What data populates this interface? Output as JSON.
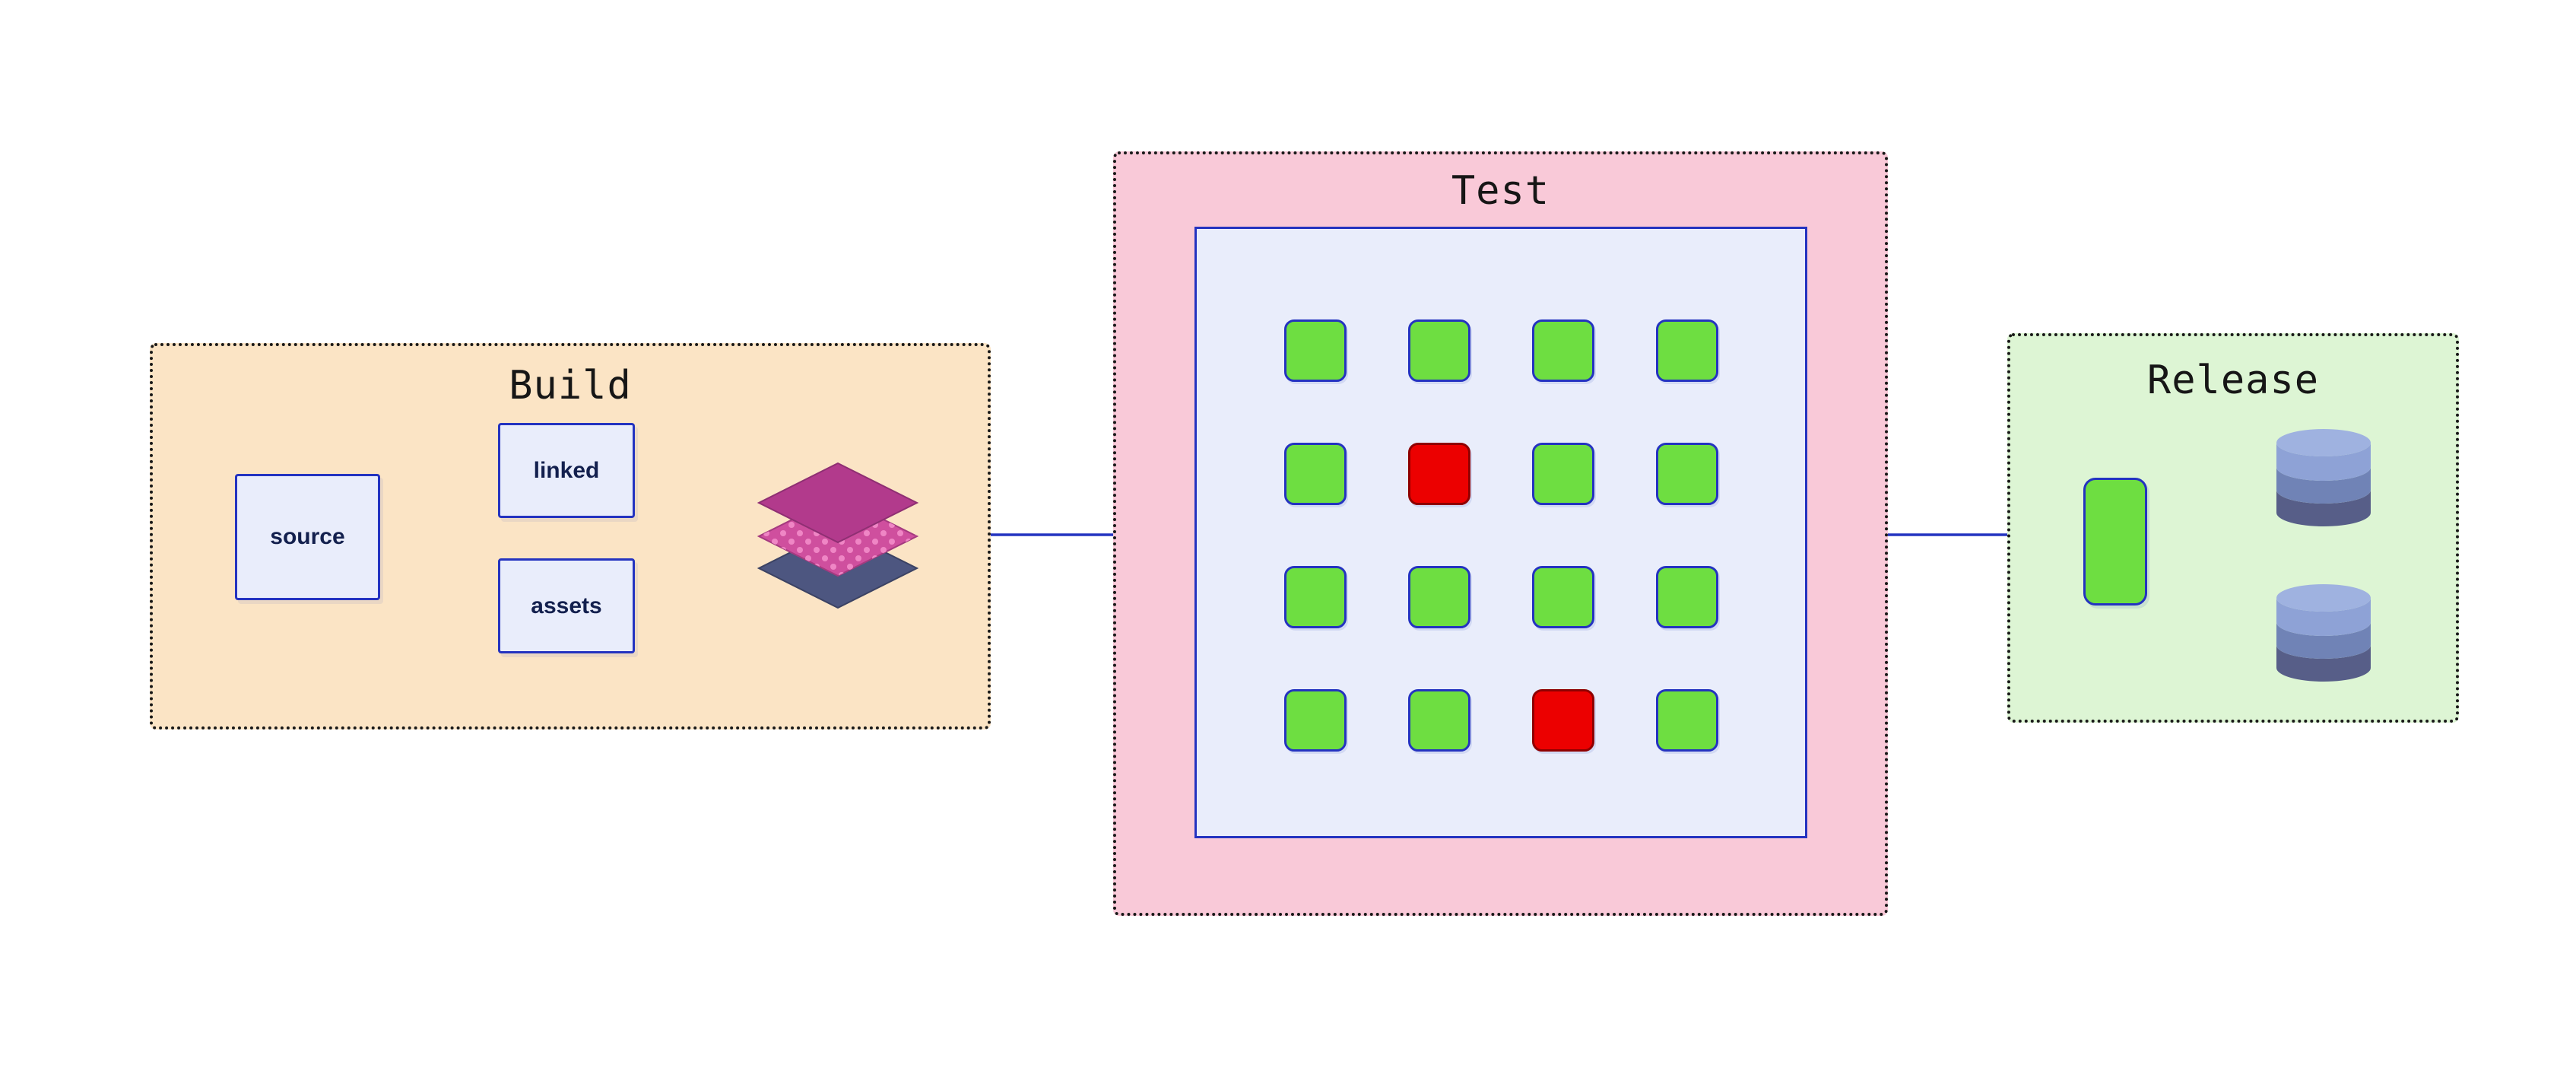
{
  "diagram": {
    "stages": {
      "build": {
        "title": "Build",
        "nodes": {
          "source": {
            "label": "source"
          },
          "linked": {
            "label": "linked"
          },
          "assets": {
            "label": "assets"
          }
        },
        "icon": "layers-stack-icon"
      },
      "test": {
        "title": "Test",
        "grid": {
          "rows": 4,
          "cols": 4,
          "cells": [
            "pass",
            "pass",
            "pass",
            "pass",
            "pass",
            "fail",
            "pass",
            "pass",
            "pass",
            "pass",
            "pass",
            "pass",
            "pass",
            "pass",
            "fail",
            "pass"
          ]
        }
      },
      "release": {
        "title": "Release",
        "deploy_node": "deploy-node",
        "icons": [
          "database-icon",
          "database-icon"
        ]
      }
    },
    "connections": [
      {
        "from": "source",
        "to": "linked"
      },
      {
        "from": "source",
        "to": "assets"
      },
      {
        "from": "linked",
        "to": "layers-stack"
      },
      {
        "from": "assets",
        "to": "layers-stack"
      },
      {
        "from": "build",
        "to": "test"
      },
      {
        "from": "test",
        "to": "release"
      },
      {
        "from": "deploy-node",
        "to": "database-1"
      },
      {
        "from": "deploy-node",
        "to": "database-2"
      }
    ],
    "colors": {
      "build_bg": "#fbe4c5",
      "test_bg": "#f9c9d8",
      "release_bg": "#ddf5d4",
      "node_bg": "#e9edfb",
      "stroke_blue": "#2433c0",
      "pass_green": "#6ede41",
      "fail_red": "#ec0000",
      "fail_border": "#8f0000",
      "border_black": "#181818",
      "layer_top": "#b23a8c",
      "layer_mid": "#cf4f9e",
      "layer_dot": "#ef86c5",
      "layer_bottom": "#4d5680",
      "db_top": "#9fb2e0",
      "db_band1": "#8ea2d6",
      "db_band2": "#7083b6",
      "db_band3": "#575e88"
    }
  }
}
